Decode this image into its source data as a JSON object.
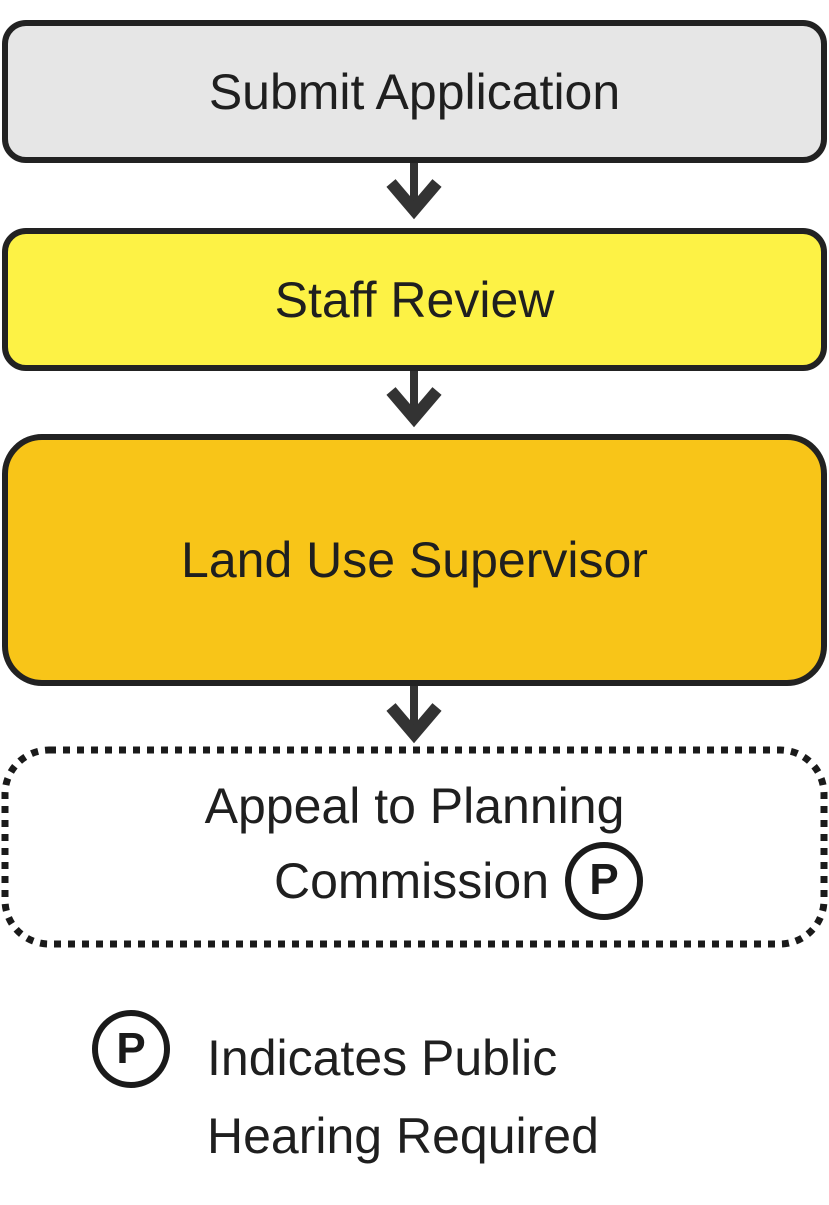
{
  "steps": [
    {
      "label": "Submit Application",
      "color": "#e6e6e6"
    },
    {
      "label": "Staff Review",
      "color": "#fdf245"
    },
    {
      "label": "Land Use Supervisor",
      "color": "#f8c518"
    }
  ],
  "appeal": {
    "line1": "Appeal to Planning",
    "line2": "Commission",
    "badge": "P"
  },
  "legend": {
    "badge": "P",
    "line1": "Indicates Public",
    "line2": "Hearing Required"
  }
}
